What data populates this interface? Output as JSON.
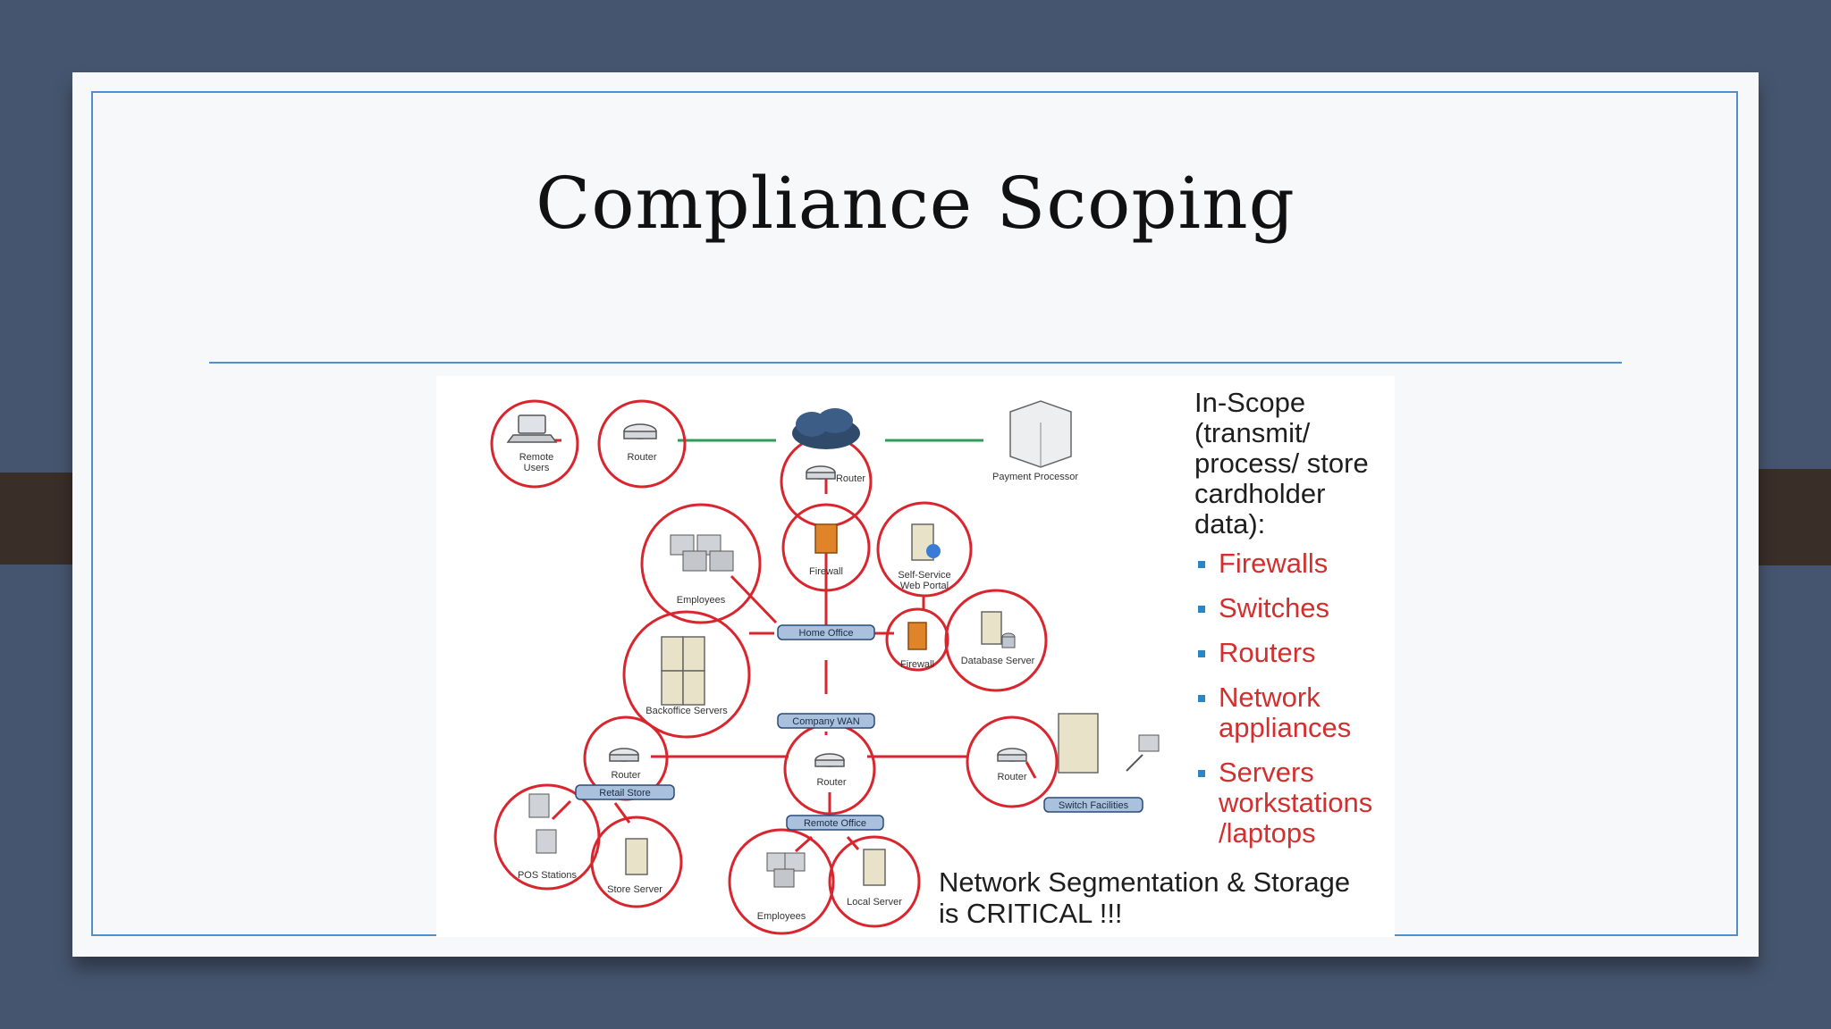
{
  "slide": {
    "title": "Compliance Scoping"
  },
  "scope": {
    "heading": "In-Scope\n(transmit/\nprocess/ store\ncardholder\ndata):",
    "items": [
      "Firewalls",
      "Switches",
      "Routers",
      "Network\nappliances",
      "Servers\nworkstations\n/laptops"
    ]
  },
  "note": "Network Segmentation & Storage\nis CRITICAL !!!",
  "diagram": {
    "labels": {
      "remote_users": "Remote\nUsers",
      "router_top_left": "Router",
      "router_cloud": "Router",
      "payment_processor": "Payment Processor",
      "employees_top": "Employees",
      "firewall_top": "Firewall",
      "self_service": "Self-Service\nWeb Portal",
      "home_office": "Home Office",
      "firewall_mid": "Firewall",
      "database_server": "Database Server",
      "backoffice_servers": "Backoffice Servers",
      "company_wan": "Company WAN",
      "router_left": "Router",
      "retail_store": "Retail Store",
      "router_center": "Router",
      "router_right": "Router",
      "switch_facilities": "Switch Facilities",
      "remote_office": "Remote Office",
      "pos_stations": "POS Stations",
      "store_server": "Store Server",
      "employees_bottom": "Employees",
      "local_server": "Local Server"
    },
    "colors": {
      "circle": "#d9262e",
      "link": "#d9262e",
      "wan_link": "#2e9e57",
      "tag_fill": "#a9c1dd",
      "tag_stroke": "#2a4a78"
    }
  }
}
